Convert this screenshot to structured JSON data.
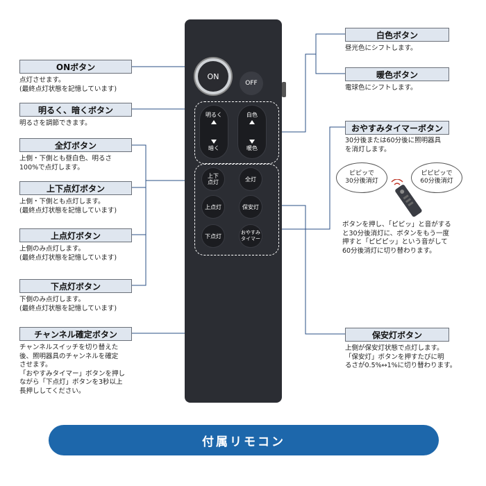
{
  "remote": {
    "on": "ON",
    "off": "OFF",
    "brighter": "明るく",
    "darker": "暗く",
    "white": "白色",
    "warm": "暖色",
    "updown_1": "上下",
    "updown_2": "点灯",
    "all": "全灯",
    "upper": "上点灯",
    "security": "保安灯",
    "lower": "下点灯",
    "sleep_1": "おやすみ",
    "sleep_2": "タイマー"
  },
  "left": [
    {
      "title": "ONボタン",
      "desc": "点灯させます。\n(最終点灯状態を記憶しています)"
    },
    {
      "title": "明るく、暗くボタン",
      "desc": "明るさを調節できます。"
    },
    {
      "title": "全灯ボタン",
      "desc": "上側・下側とも昼白色、明るさ\n100%で点灯します。"
    },
    {
      "title": "上下点灯ボタン",
      "desc": "上側・下側とも点灯します。\n(最終点灯状態を記憶しています)"
    },
    {
      "title": "上点灯ボタン",
      "desc": "上側のみ点灯します。\n(最終点灯状態を記憶しています)"
    },
    {
      "title": "下点灯ボタン",
      "desc": "下側のみ点灯します。\n(最終点灯状態を記憶しています)"
    },
    {
      "title": "チャンネル確定ボタン",
      "desc": "チャンネルスイッチを切り替えた\n後、照明器具のチャンネルを確定\nさせます。\n「おやすみタイマー」ボタンを押し\nながら「下点灯」ボタンを3秒以上\n長押ししてください。"
    }
  ],
  "right": [
    {
      "title": "白色ボタン",
      "desc": "昼光色にシフトします。"
    },
    {
      "title": "暖色ボタン",
      "desc": "電球色にシフトします。"
    },
    {
      "title": "おやすみタイマーボタン",
      "desc": "30分後または60分後に照明器具\nを消灯します。"
    },
    {
      "title": "保安灯ボタン",
      "desc": "上側が保安灯状態で点灯します。\n「保安灯」ボタンを押すたびに明\nるさが0.5%↔1%に切り替わります。"
    }
  ],
  "sleep_detail": "ボタンを押し、「ピピッ」と音がする\nと30分後消灯に、ボタンをもう一度\n押すと「ピピピッ」という音がして\n60分後消灯に切り替わります。",
  "bubble_30": "ピピッで\n30分後消灯",
  "bubble_60": "ピピピッで\n60分後消灯",
  "footer": "付属リモコン"
}
